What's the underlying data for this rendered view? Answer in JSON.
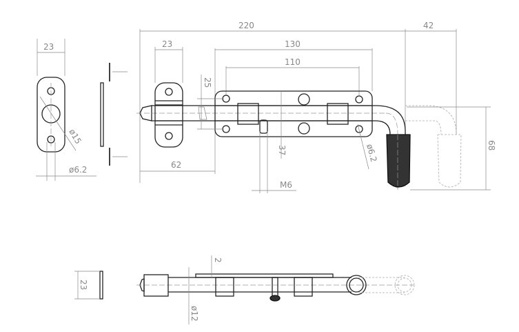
{
  "dimensions": {
    "plate_width": "23",
    "plate_hole_diameter": "ø15",
    "plate_screw_hole": "ø6.2",
    "overall_length": "220",
    "handle_offset": "42",
    "bracket_width": "23",
    "backplate_length": "130",
    "hole_spacing": "110",
    "hole_vertical_spacing": "25",
    "backplate_height": "37",
    "handle_height": "68",
    "bracket_offset": "62",
    "pin_thread": "M6",
    "backplate_hole": "ø6.2",
    "side_plate_width": "23",
    "plate_thickness": "2",
    "rod_diameter": "ø12"
  },
  "colors": {
    "outline": "#222222",
    "dimension": "#888888",
    "handle": "#333333"
  }
}
